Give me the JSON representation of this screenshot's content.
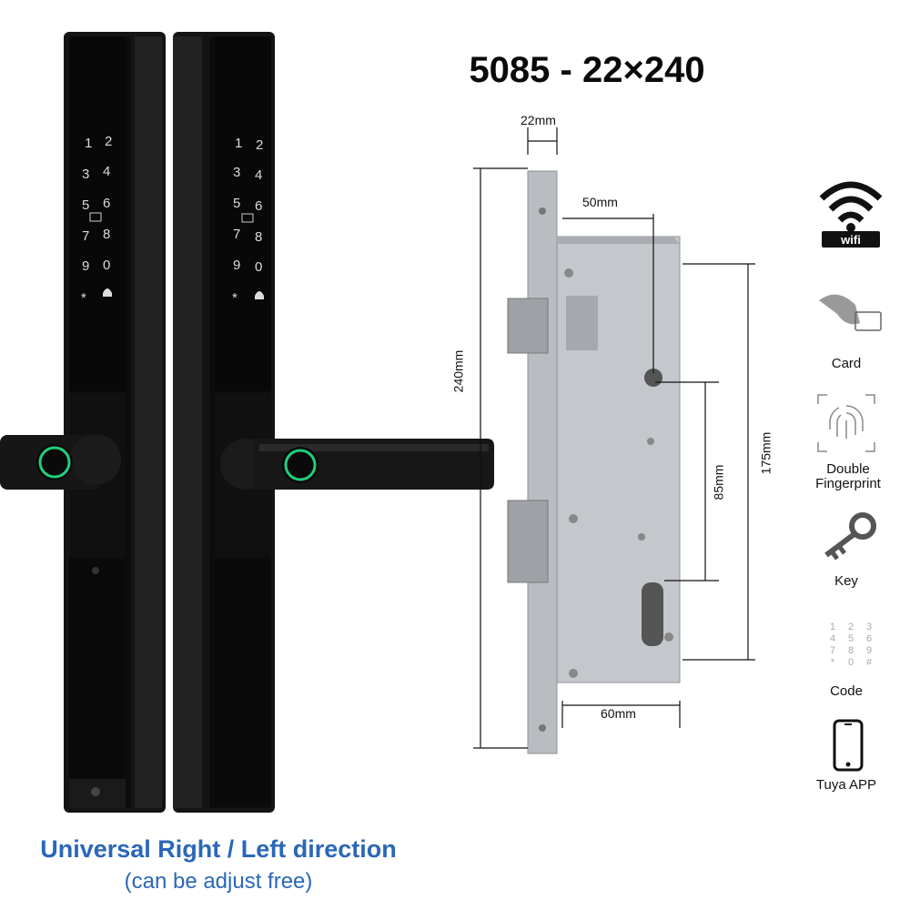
{
  "model": "5085 - 22×240",
  "caption": {
    "line1": "Universal Right / Left direction",
    "line2": "(can be adjust free)"
  },
  "keypad": {
    "digits": [
      "1",
      "2",
      "3",
      "4",
      "5",
      "6",
      "7",
      "8",
      "9",
      "0",
      "*"
    ]
  },
  "dimensions": {
    "faceplate_width": "22mm",
    "backset": "50mm",
    "height": "240mm",
    "spindle_to_cylinder": "85mm",
    "case_height": "175mm",
    "case_depth": "60mm"
  },
  "features": [
    {
      "label": "Card",
      "icon": "card-icon"
    },
    {
      "label": "Double Fingerprint",
      "icon": "fingerprint-icon"
    },
    {
      "label": "Key",
      "icon": "key-icon"
    },
    {
      "label": "Code",
      "icon": "keypad-icon"
    },
    {
      "label": "Tuya  APP",
      "icon": "phone-icon"
    }
  ],
  "wifi_badge": "wifi",
  "code_icon_digits": [
    "1",
    "2",
    "3",
    "4",
    "5",
    "6",
    "7",
    "8",
    "9",
    "*",
    "0",
    "#"
  ],
  "colors": {
    "caption_blue": "#2a67b8",
    "lock_body": "#121212",
    "fingerprint_ring": "#1fcf7a",
    "steel": "#b9bcc0"
  }
}
